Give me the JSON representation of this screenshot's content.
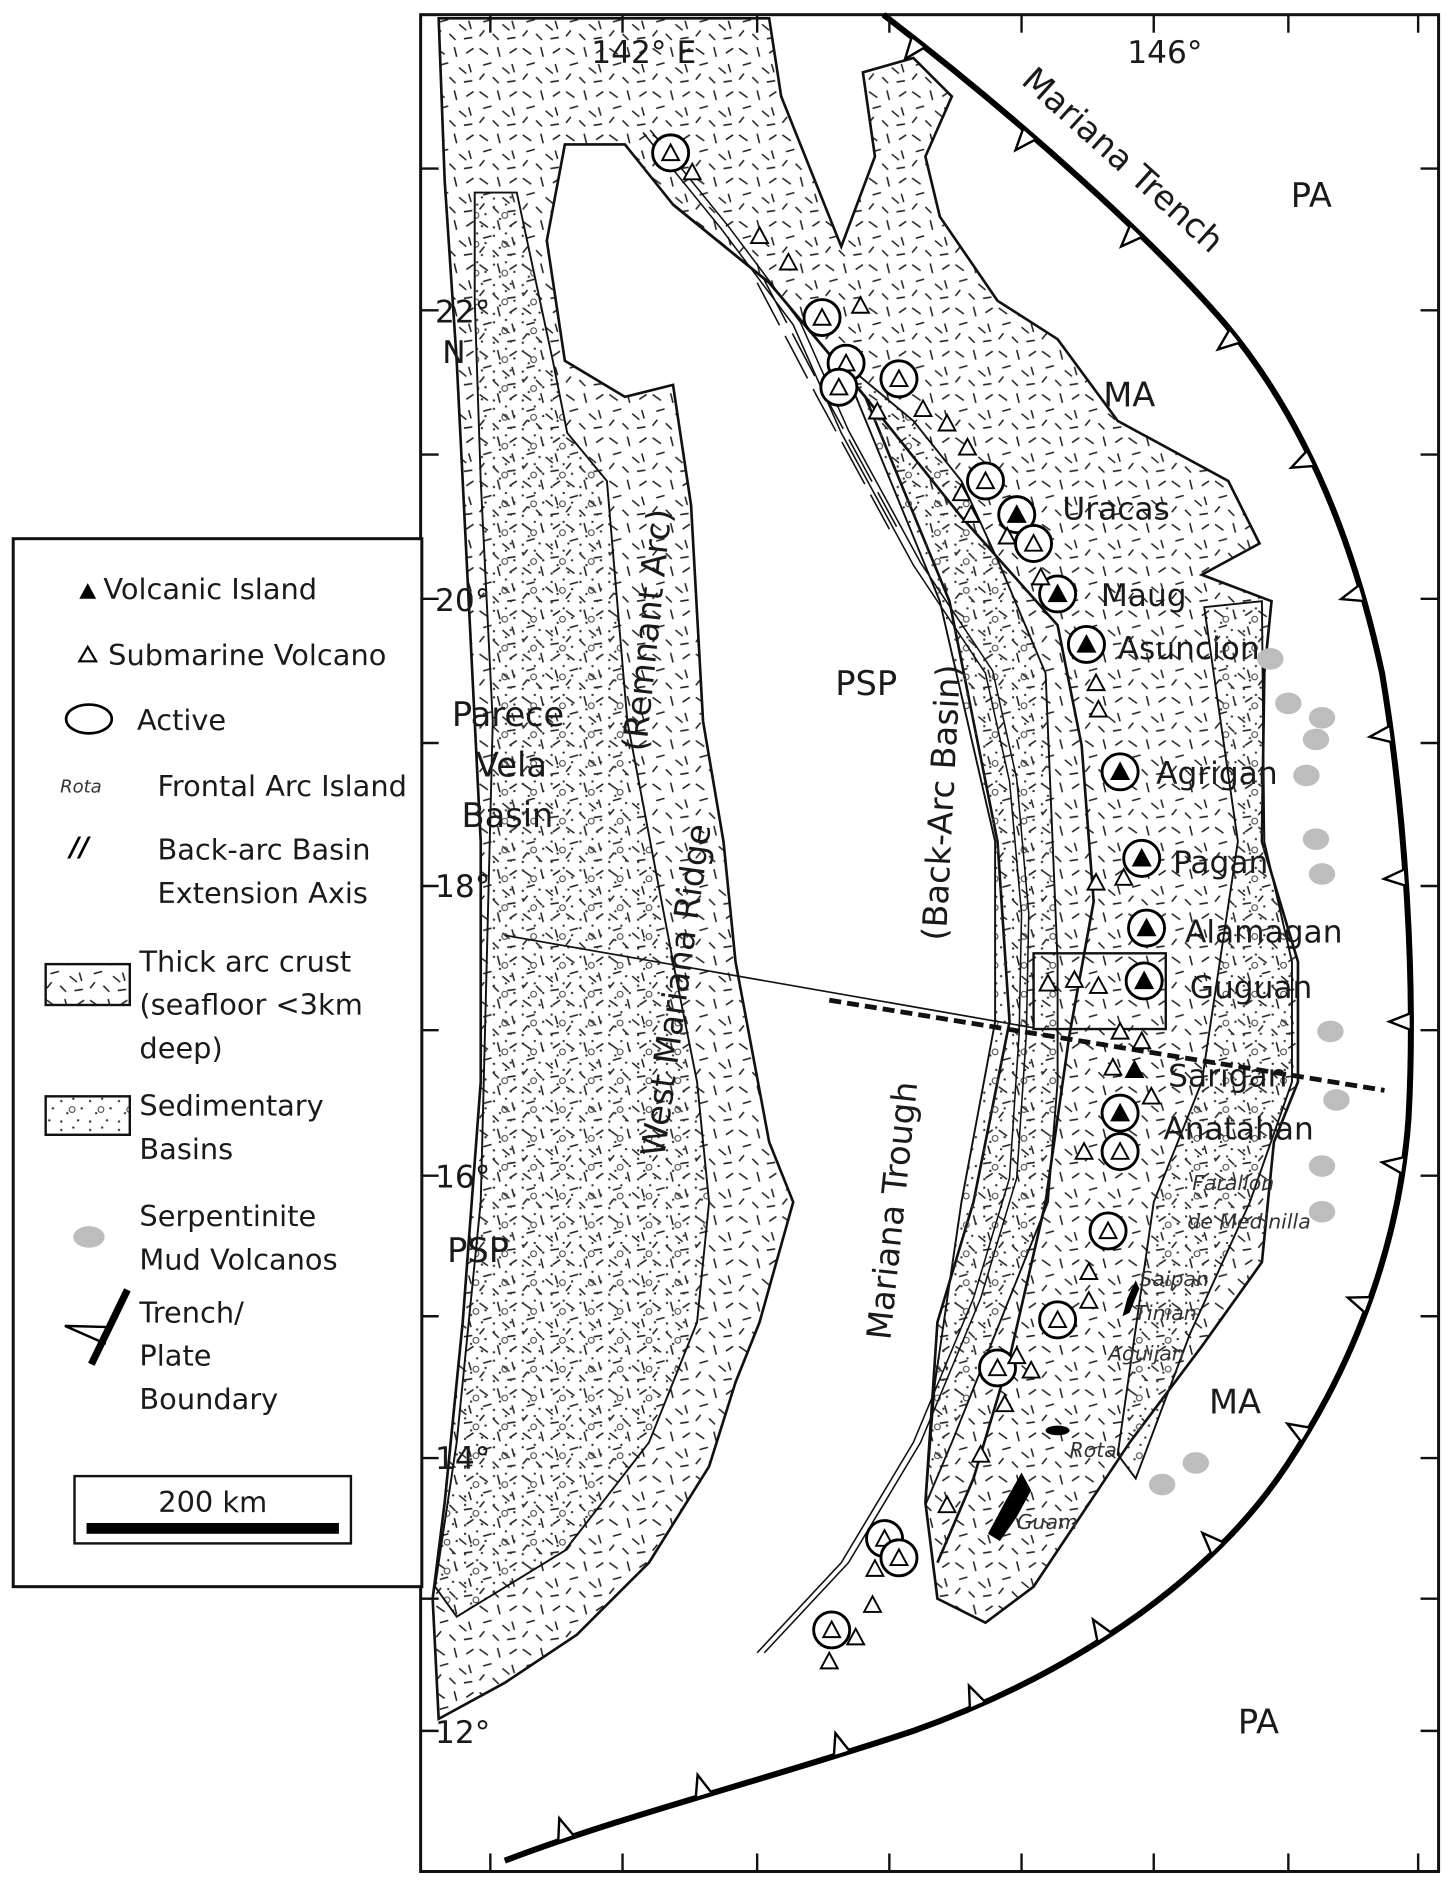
{
  "map": {
    "longitude_labels": [
      "142° E",
      "146°"
    ],
    "latitude_labels": [
      "22°",
      "N",
      "20°",
      "18°",
      "16°",
      "14°",
      "12°"
    ],
    "region_labels": {
      "pa_north": "PA",
      "pa_south": "PA",
      "ma_north": "MA",
      "ma_south": "MA",
      "psp_center": "PSP",
      "psp_west": "PSP",
      "parece_vela": [
        "Parece",
        "Vela",
        "Basin"
      ],
      "remnant_arc": "(Remnant Arc)",
      "west_mariana_ridge": "West Mariana Ridge",
      "back_arc_basin": "(Back-Arc Basin)",
      "mariana_trough": "Mariana Trough",
      "mariana_trench": "Mariana Trench"
    },
    "volcanic_islands": [
      "Uracas",
      "Maug",
      "Asuncion",
      "Agrigan",
      "Pagan",
      "Alamagan",
      "Guguan",
      "Sarigan",
      "Anatahan"
    ],
    "frontal_arc_islands": [
      "Farallon",
      "de Medinilla",
      "Saipan",
      "Tinian",
      "Aguijan",
      "Rota",
      "Guam"
    ]
  },
  "legend": {
    "volcanic_island": "Volcanic Island",
    "submarine_volcano": "Submarine Volcano",
    "active": "Active",
    "frontal_arc_sample": "Rota",
    "frontal_arc_island": "Frontal Arc Island",
    "back_arc_axis": [
      "Back-arc Basin",
      "Extension Axis"
    ],
    "thick_arc_crust": [
      "Thick arc crust",
      "(seafloor <3km",
      "deep)"
    ],
    "sedimentary_basins": [
      "Sedimentary",
      "Basins"
    ],
    "mud_volcanos": [
      "Serpentinite",
      "Mud Volcanos"
    ],
    "trench": [
      "Trench/",
      "Plate",
      "Boundary"
    ],
    "scale_bar": "200 km"
  },
  "colors": {
    "ink": "#111111",
    "mud_volcano": "#bdbdbd"
  }
}
